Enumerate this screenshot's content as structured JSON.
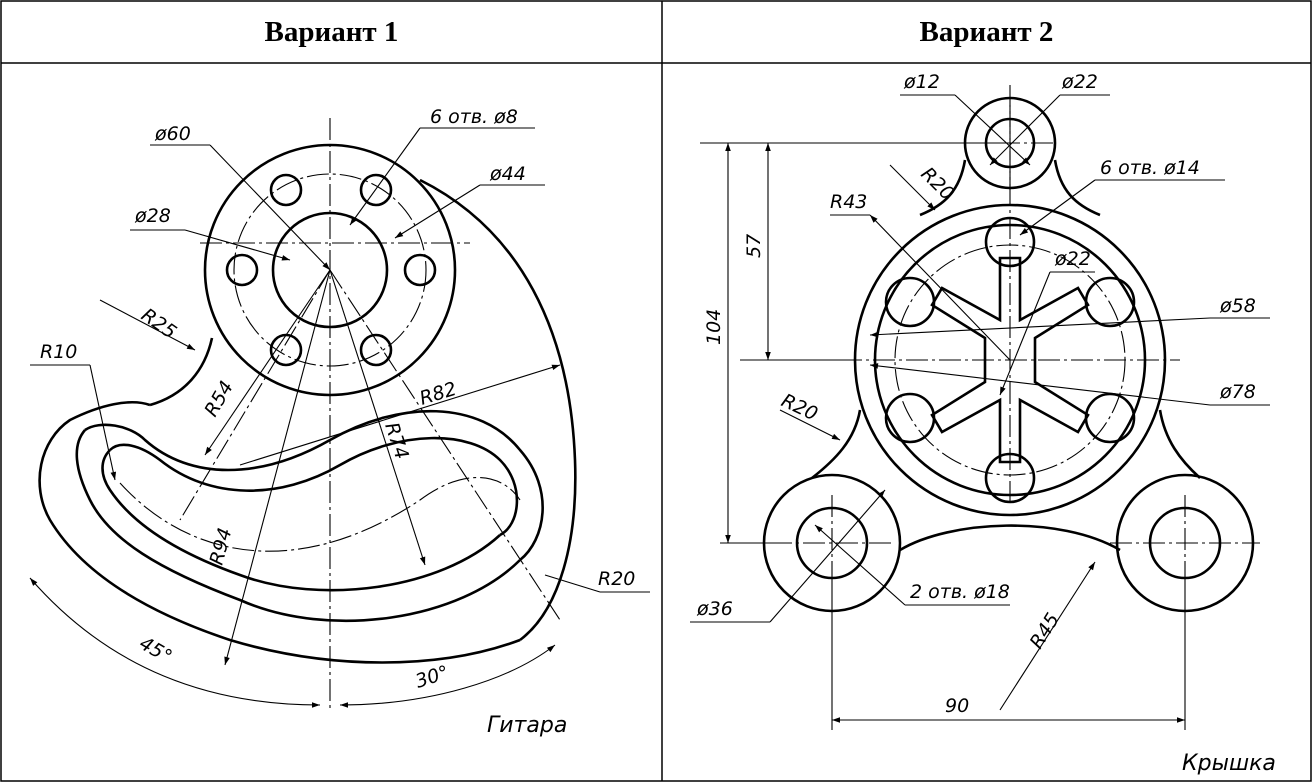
{
  "header": {
    "variant_1": "Вариант 1",
    "variant_2": "Вариант  2"
  },
  "variant_1": {
    "part_name": "Гитара",
    "dims": {
      "d60": "ø60",
      "holes": "6 отв. ø8",
      "d44": "ø44",
      "d28": "ø28",
      "r25": "R25",
      "r10": "R10",
      "r54": "R54",
      "r82": "R82",
      "r74": "R74",
      "r94": "R94",
      "r20": "R20",
      "a45": "45°",
      "a30": "30°"
    }
  },
  "variant_2": {
    "part_name": "Крышка",
    "dims": {
      "d12": "ø12",
      "d22_top": "ø22",
      "r20_top": "R20",
      "holes14": "6 отв. ø14",
      "r43": "R43",
      "l57": "57",
      "d22": "ø22",
      "l104": "104",
      "d58": "ø58",
      "d78": "ø78",
      "r20_left": "R20",
      "d36": "ø36",
      "holes18": "2 отв. ø18",
      "r45": "R45",
      "l90": "90"
    }
  },
  "colors": {
    "line": "#000000",
    "background": "#ffffff"
  }
}
